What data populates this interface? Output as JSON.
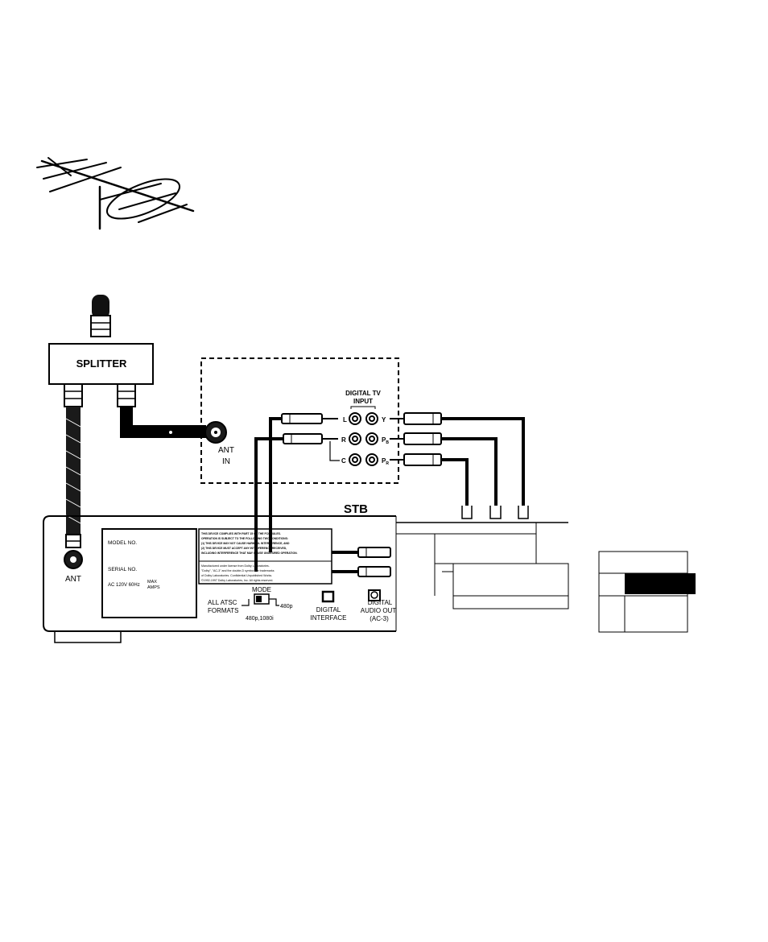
{
  "labels": {
    "splitter": "SPLITTER",
    "ant_in_line1": "ANT",
    "ant_in_line2": "IN",
    "digital_tv_line1": "DIGITAL TV",
    "digital_tv_line2": "INPUT",
    "jack_l": "L",
    "jack_r": "R",
    "jack_c": "C",
    "jack_y": "Y",
    "jack_pb": "P",
    "jack_pb_sub": "B",
    "jack_pr": "P",
    "jack_pr_sub": "R",
    "stb": "STB",
    "ant": "ANT",
    "model_no": "MODEL NO.",
    "serial_no": "SERIAL NO.",
    "ac_rating": "AC 120V 60Hz",
    "max": "MAX",
    "amps": "AMPS",
    "mode": "MODE",
    "all_atsc_line1": "ALL ATSC",
    "all_atsc_line2": "FORMATS",
    "mode_480p": "480p",
    "mode_480p_1080i": "480p,1080i",
    "digital_interface_line1": "DIGITAL",
    "digital_interface_line2": "INTERFACE",
    "digital_audio_line1": "DIGITAL",
    "digital_audio_line2": "AUDIO OUT",
    "digital_audio_line3": "(AC-3)"
  },
  "fcc_notice": [
    "THIS DEVICE COMPLIES WITH PART 15 OF THE FCC RULES.",
    "OPERATION IS SUBJECT TO THE FOLLOWING TWO CONDITIONS:",
    "(1) THIS DEVICE MAY NOT CAUSE HARMFUL INTERFERENCE, AND",
    "(2) THIS DEVICE MUST ACCEPT ANY INTERFERENCE RECEIVED,",
    "INCLUDING INTERFERENCE THAT MAY CAUSE UNDESIRED OPERATION."
  ],
  "dolby_notice": [
    "Manufactured under license from Dolby Laboratories.",
    "\"Dolby\", \"AC-3\" and the double-D symbol are trademarks",
    "of Dolby Laboratories. Confidential Unpublished Works.",
    "©1992-1997 Dolby Laboratories, Inc. All rights reserved."
  ]
}
